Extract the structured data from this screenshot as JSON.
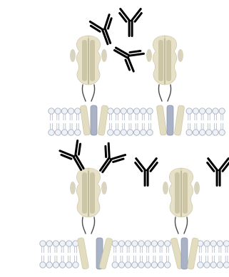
{
  "colors": {
    "background": "#ffffff",
    "receptor_fill": "#e6e1c8",
    "receptor_stroke": "#c9c2a1",
    "receptor_shadow": "#b8b08a",
    "receptor_shadow_dark": "#8e8662",
    "membrane_head": "#eef1f6",
    "membrane_head_stroke": "#a9b2c2",
    "membrane_tail": "#b7bfcc",
    "tm_helix_light": "#e2dcc0",
    "tm_helix_shadow": "#cfc7a7",
    "tm_helix_blue": "#aab3c6",
    "tm_helix_blue_shadow": "#8993aa",
    "loop": "#4a4a4a",
    "antibody_dark": "#2a6fb5",
    "antibody_dark_shadow": "#1d4f86",
    "antibody_mid": "#5a9fd6",
    "antibody_light": "#9cd0ee",
    "antibody_light_shadow": "#6fb2de"
  },
  "panels": [
    {
      "name": "top-panel",
      "antibody_style": "bispecific"
    },
    {
      "name": "bottom-panel",
      "antibody_style": "monospecific"
    }
  ],
  "icons": [
    "receptor-dimer-icon",
    "antibody-icon",
    "lipid-bilayer-icon"
  ]
}
